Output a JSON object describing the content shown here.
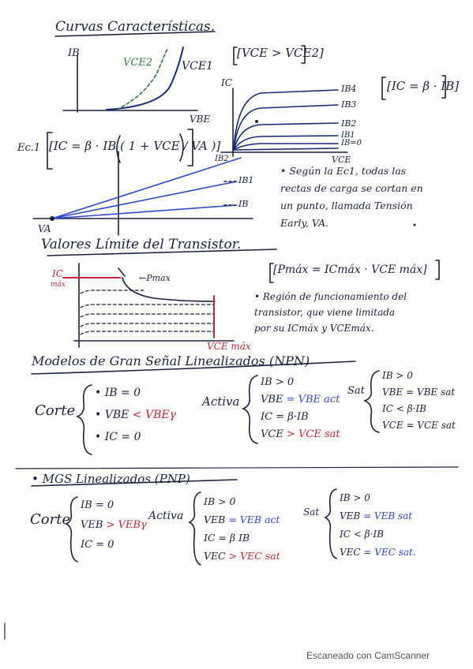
{
  "sec1": {
    "title": "Curvas Características.",
    "ib_axis": "IB",
    "vbe_axis": "VBE",
    "vce2": "VCE2",
    "vce1": "VCE1",
    "cond": "[VCE > VCE2]",
    "ic_axis": "IC",
    "vce_axis": "VCE",
    "ib_labels": [
      "IB4",
      "IB3",
      "IB2",
      "IB1",
      "IB=0"
    ],
    "ic_formula": "[IC = β · IB]",
    "ecs": "Ec.1",
    "eq": "[IC = β · IB ( 1 + VCE / VA )]",
    "ib2_left": "IB2",
    "ib1_r": "IB1",
    "ib_r": "IB",
    "va": "VA",
    "note": [
      "• Según la Ec1, todas las",
      "rectas de carga se cortan en",
      "un punto, llamada Tensión",
      "Early, VA."
    ]
  },
  "sec2": {
    "title": "Valores Límite del Transistor.",
    "icmax": [
      "IC",
      "máx"
    ],
    "pmax": "←Pmax",
    "vcemax": "VCE máx",
    "formula": "[Pmáx = ICmáx · VCE máx]",
    "note": [
      "• Región de funcionamiento del",
      "transistor, que viene limitada",
      "por su ICmáx y VCEmáx."
    ]
  },
  "sec3": {
    "title": "Modelos de Gran Señal Linealizados (NPN)",
    "corte": "Corte",
    "corte_items": [
      [
        "• IB = 0",
        ""
      ],
      [
        "• VBE ",
        "< VBEγ"
      ],
      [
        "• IC = 0",
        ""
      ]
    ],
    "activa": "Activa",
    "activa_items": [
      [
        "IB > 0",
        ""
      ],
      [
        "VBE ",
        "= VBE act"
      ],
      [
        "IC = β·IB",
        ""
      ],
      [
        "VCE ",
        "> VCE sat"
      ]
    ],
    "sat": "Sat",
    "sat_items": [
      [
        "IB > 0",
        ""
      ],
      [
        "VBE = VBE sat",
        ""
      ],
      [
        "IC < β·IB",
        ""
      ],
      [
        "VCE = VCE sat",
        ""
      ]
    ]
  },
  "sec4": {
    "title": "• MGS Linealizados (PNP)",
    "corte": "Corte",
    "corte_items": [
      [
        "IB = 0",
        ""
      ],
      [
        "VEB ",
        "> VEBγ"
      ],
      [
        "IC = 0",
        ""
      ]
    ],
    "activa": "Activa",
    "activa_items": [
      [
        "IB > 0",
        ""
      ],
      [
        "VEB ",
        "= VEB act"
      ],
      [
        "IC = β IB",
        ""
      ],
      [
        "VEC ",
        "> VEC sat"
      ]
    ],
    "sat": "Sat",
    "sat_items": [
      [
        "IB > 0",
        ""
      ],
      [
        "VEB ",
        "= VEB sat"
      ],
      [
        "IC < β·IB",
        ""
      ],
      [
        "VEC ",
        "= VEC sat."
      ]
    ]
  },
  "footer": "Escaneado con CamScanner"
}
